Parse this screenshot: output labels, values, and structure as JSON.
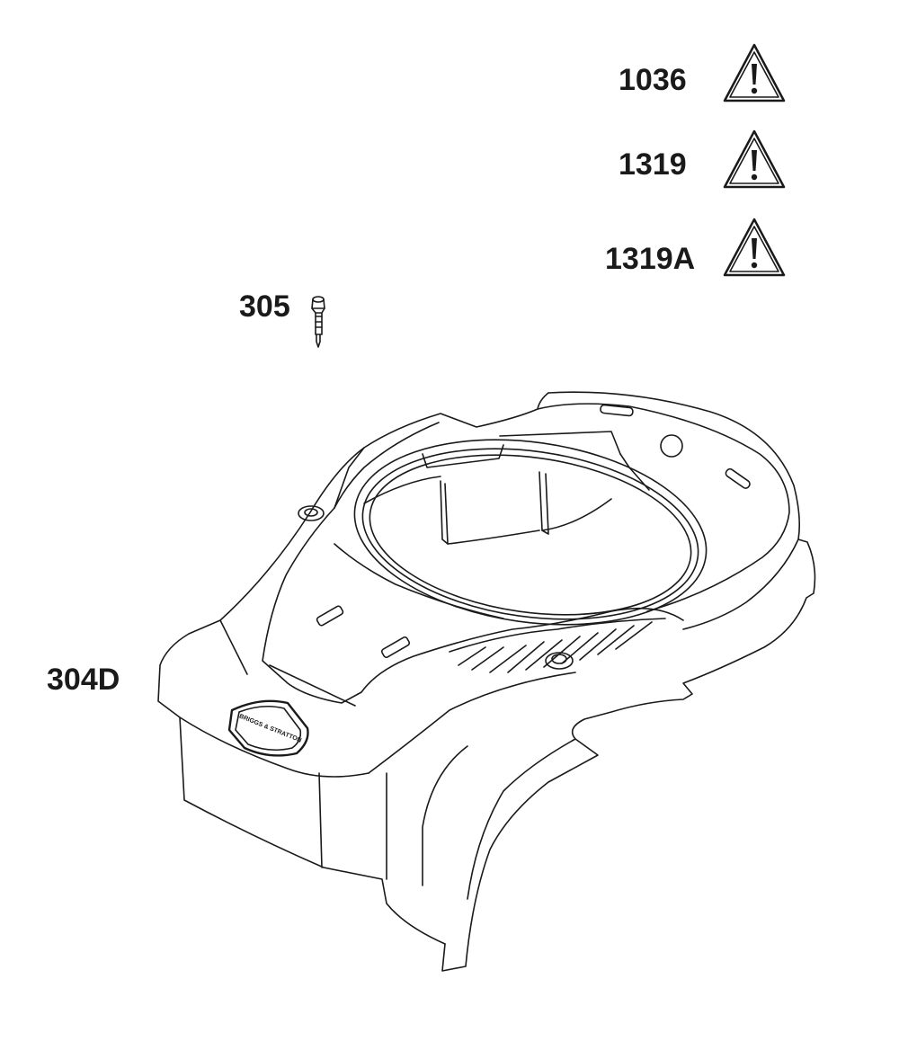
{
  "parts": [
    {
      "number": "1036",
      "kind": "warning-label"
    },
    {
      "number": "1319",
      "kind": "warning-label"
    },
    {
      "number": "1319A",
      "kind": "warning-label"
    },
    {
      "number": "305",
      "kind": "screw"
    },
    {
      "number": "304D",
      "kind": "blower-housing"
    }
  ],
  "logo": {
    "text": "BRIGGS & STRATTON"
  },
  "colors": {
    "ink": "#1a1a1a",
    "background": "#ffffff"
  },
  "icons": {
    "warning": "warning-triangle-icon"
  }
}
